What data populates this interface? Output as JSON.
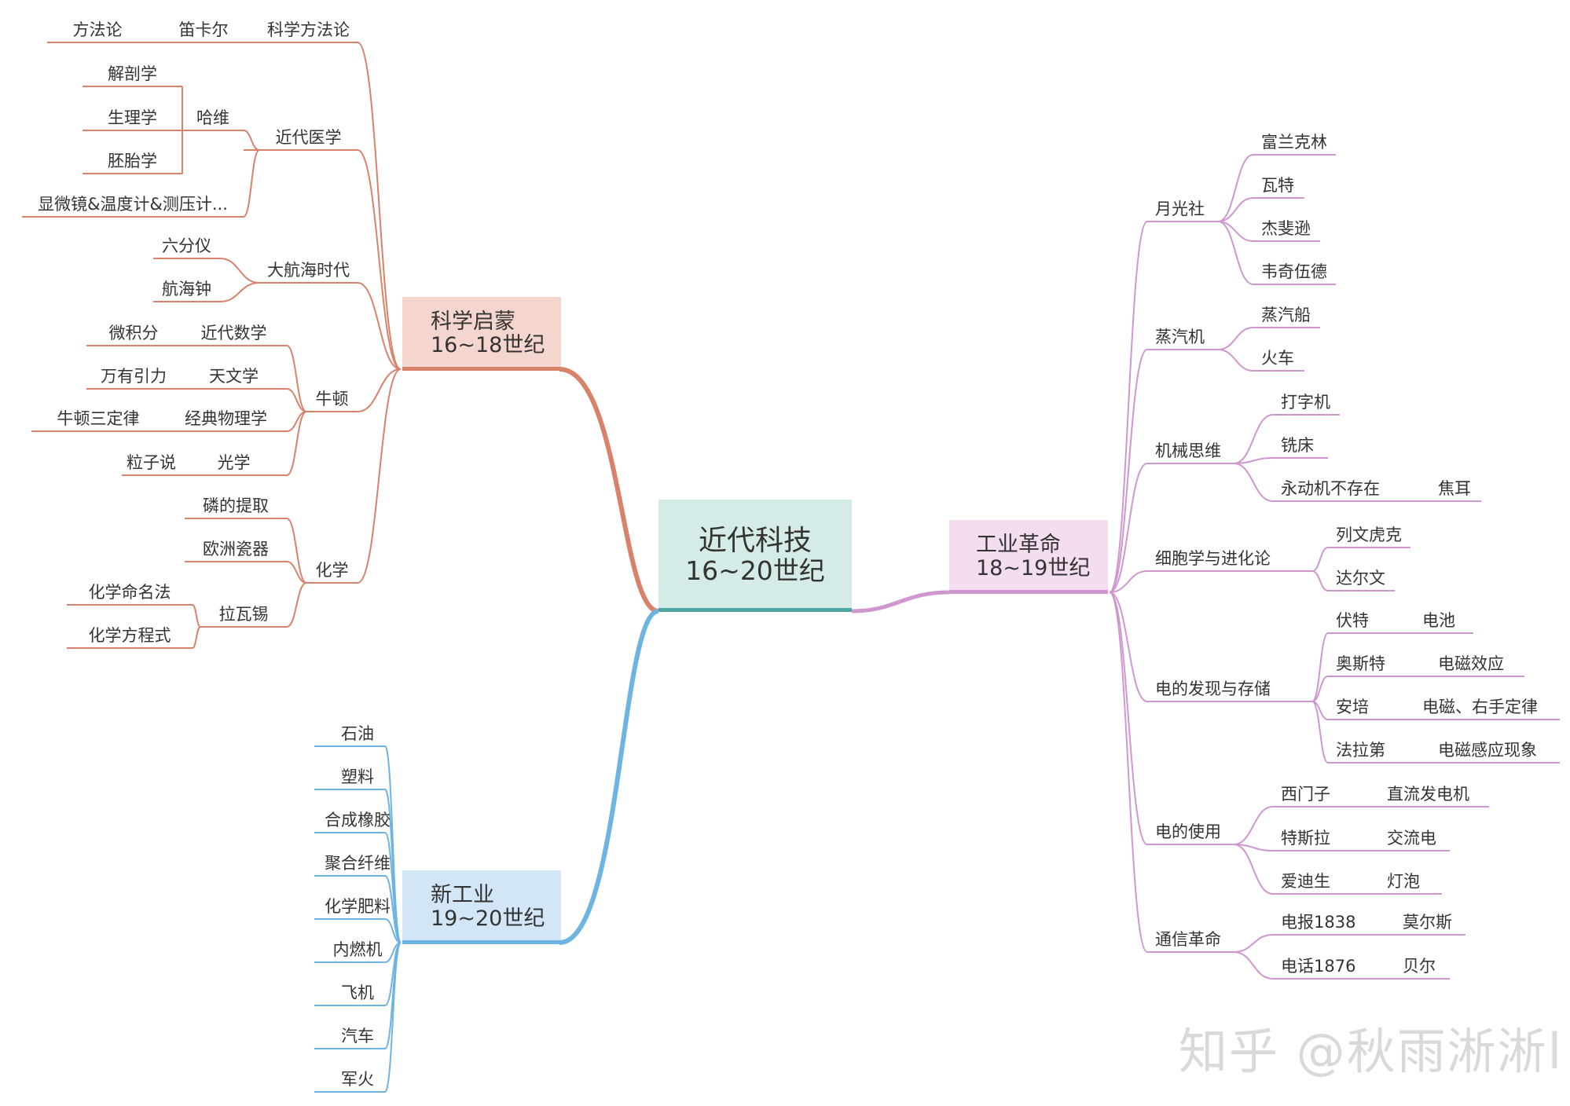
{
  "colors": {
    "science": "#d9826b",
    "industry": "#cf96cf",
    "newind": "#6db4e3",
    "center_fill": "#d4ebe7",
    "center_bar": "#4fa3a0",
    "science_fill": "#f4d6cf",
    "industry_fill": "#f3ddef",
    "newind_fill": "#d3e6f8"
  },
  "center": {
    "title": "近代科技",
    "subtitle": "16~20世纪"
  },
  "science": {
    "title": "科学启蒙",
    "subtitle": "16~18世纪",
    "labels": {
      "sci_method": "科学方法论",
      "descartes": "笛卡尔",
      "methodology": "方法论",
      "medicine": "近代医学",
      "harvey": "哈维",
      "anatomy": "解剖学",
      "physiology": "生理学",
      "embryology": "胚胎学",
      "instruments": "显微镜&温度计&测压计...",
      "navigation": "大航海时代",
      "sextant": "六分仪",
      "chronometer": "航海钟",
      "newton": "牛顿",
      "modern_math": "近代数学",
      "calculus": "微积分",
      "astronomy": "天文学",
      "gravity": "万有引力",
      "classical_physics": "经典物理学",
      "three_laws": "牛顿三定律",
      "optics": "光学",
      "corpuscular": "粒子说",
      "chemistry": "化学",
      "phosphorus": "磷的提取",
      "porcelain": "欧洲瓷器",
      "lavoisier": "拉瓦锡",
      "nomenclature": "化学命名法",
      "equations": "化学方程式"
    }
  },
  "industry": {
    "title": "工业革命",
    "subtitle": "18~19世纪",
    "labels": {
      "lunar": "月光社",
      "franklin": "富兰克林",
      "watt": "瓦特",
      "jefferson": "杰斐逊",
      "wedgwood": "韦奇伍德",
      "steam_engine": "蒸汽机",
      "steamship": "蒸汽船",
      "train": "火车",
      "mechanical": "机械思维",
      "typewriter": "打字机",
      "milling": "铣床",
      "perpetual": "永动机不存在",
      "joule": "焦耳",
      "cell_evolution": "细胞学与进化论",
      "leeuwenhoek": "列文虎克",
      "darwin": "达尔文",
      "electricity_discovery": "电的发现与存储",
      "volta": "伏特",
      "battery": "电池",
      "oersted": "奥斯特",
      "em_effect": "电磁效应",
      "ampere": "安培",
      "right_hand": "电磁、右手定律",
      "faraday": "法拉第",
      "induction": "电磁感应现象",
      "electricity_use": "电的使用",
      "siemens": "西门子",
      "dc_generator": "直流发电机",
      "tesla": "特斯拉",
      "ac": "交流电",
      "edison": "爱迪生",
      "bulb": "灯泡",
      "telecom": "通信革命",
      "telegraph": "电报1838",
      "morse": "莫尔斯",
      "telephone": "电话1876",
      "bell": "贝尔"
    }
  },
  "newind": {
    "title": "新工业",
    "subtitle": "19~20世纪",
    "items": [
      "石油",
      "塑料",
      "合成橡胶",
      "聚合纤维",
      "化学肥料",
      "内燃机",
      "飞机",
      "汽车",
      "军火"
    ]
  },
  "watermark": "知乎 @秋雨淅淅l"
}
